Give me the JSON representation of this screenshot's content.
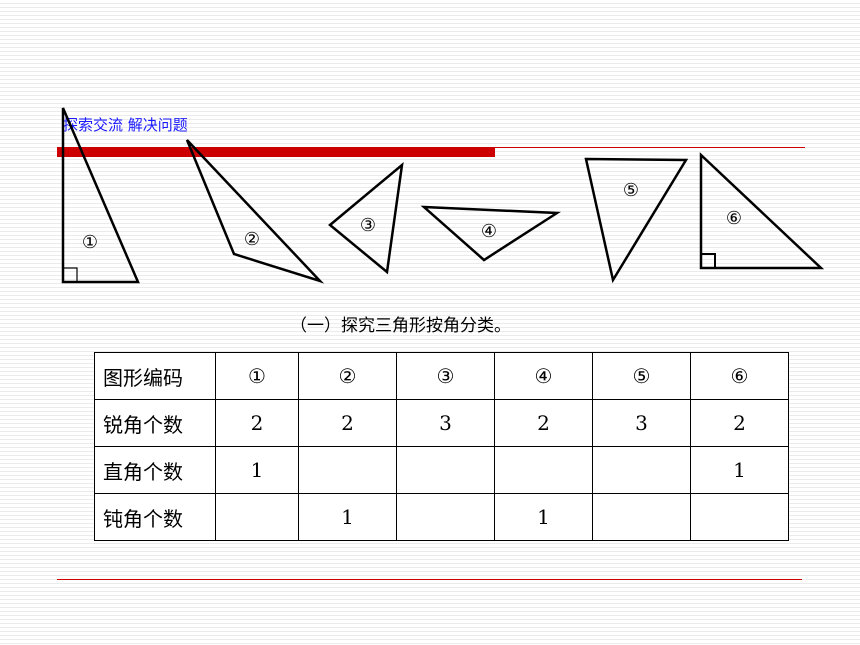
{
  "heading": "探索交流 解决问题",
  "caption": "（一）探究三角形按角分类。",
  "triangles": [
    {
      "label": "①"
    },
    {
      "label": "②"
    },
    {
      "label": "③"
    },
    {
      "label": "④"
    },
    {
      "label": "⑤"
    },
    {
      "label": "⑥"
    }
  ],
  "table": {
    "header": [
      "图形编码",
      "①",
      "②",
      "③",
      "④",
      "⑤",
      "⑥"
    ],
    "rows": [
      {
        "label": "锐角个数",
        "cells": [
          "2",
          "2",
          "3",
          "2",
          "3",
          "2"
        ]
      },
      {
        "label": "直角个数",
        "cells": [
          "1",
          "",
          "",
          "",
          "",
          "1"
        ]
      },
      {
        "label": "钝角个数",
        "cells": [
          "",
          "1",
          "",
          "1",
          "",
          ""
        ]
      }
    ]
  },
  "colors": {
    "accent": "#cc0000",
    "heading": "#1a1aff"
  }
}
